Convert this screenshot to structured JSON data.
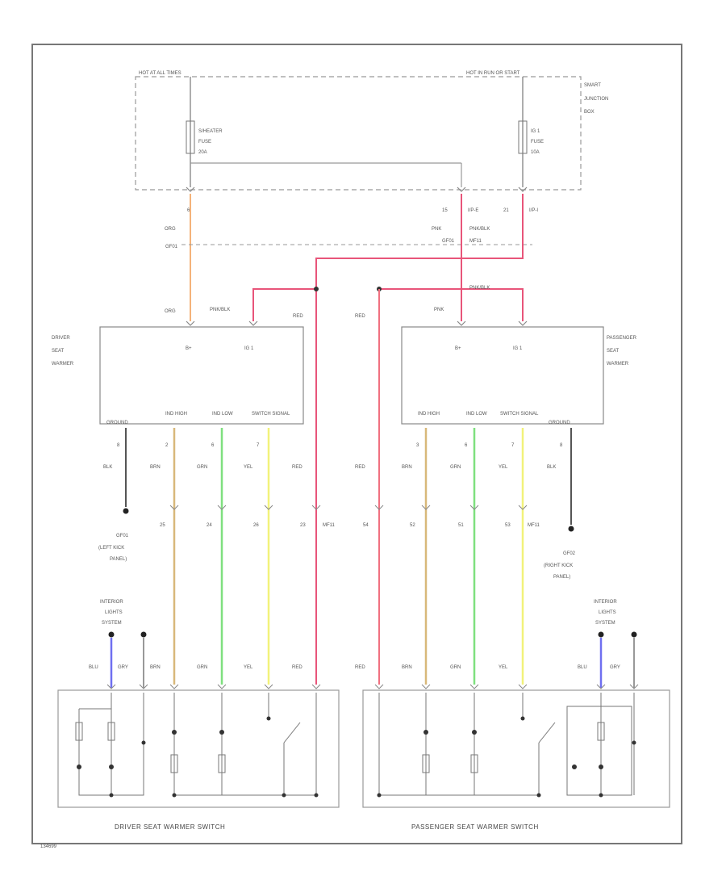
{
  "junction_box": {
    "hot_all_times": "HOT AT ALL TIMES",
    "hot_run_start": "HOT IN RUN OR START",
    "name_line1": "SMART",
    "name_line2": "JUNCTION",
    "name_line3": "BOX",
    "heater_fuse_line1": "S/HEATER",
    "heater_fuse_line2": "FUSE",
    "heater_fuse_line3": "20A",
    "ig1_fuse_line1": "IG 1",
    "ig1_fuse_line2": "FUSE",
    "ig1_fuse_line3": "10A"
  },
  "connectors": {
    "left_pin": "6",
    "mid_pin": "15",
    "mid_conn": "I/P-E",
    "right_pin": "21",
    "right_conn": "I/P-I",
    "mf_conn_top": "GF01",
    "mf_conn_top2": "MF11"
  },
  "wires": {
    "org_a": "ORG",
    "org_b": "ORG",
    "pnk": "PNK",
    "pnk_blk_a": "PNK/BLK",
    "pnk_blk_b": "PNK/BLK",
    "pnk_blk_c": "PNK/BLK",
    "pnk_c": "PNK",
    "red_a": "RED",
    "red_b": "RED",
    "red_c": "RED",
    "red_d": "RED",
    "red_e": "RED",
    "red_f": "RED",
    "blk_l": "BLK",
    "brn_l": "BRN",
    "grn_l": "GRN",
    "yel_l": "YEL",
    "brn_r": "BRN",
    "grn_r": "GRN",
    "yel_r": "YEL",
    "blk_r": "BLK",
    "blu_l": "BLU",
    "gry_l": "GRY",
    "brn_l2": "BRN",
    "grn_l2": "GRN",
    "yel_l2": "YEL",
    "brn_r2": "BRN",
    "grn_r2": "GRN",
    "yel_r2": "YEL",
    "blu_r": "BLU",
    "gry_r": "GRY"
  },
  "driver_module": {
    "name_line1": "DRIVER",
    "name_line2": "SEAT",
    "name_line3": "WARMER",
    "bplus": "B+",
    "ig1": "IG 1",
    "ground": "GROUND",
    "ind_high": "IND HIGH",
    "ind_low": "IND LOW",
    "switch_signal": "SWITCH SIGNAL",
    "pin_ground": "8",
    "pin_high": "2",
    "pin_low": "6",
    "pin_switch": "7"
  },
  "passenger_module": {
    "name_line1": "PASSENGER",
    "name_line2": "SEAT",
    "name_line3": "WARMER",
    "bplus": "B+",
    "ig1": "IG 1",
    "ground": "GROUND",
    "ind_high": "IND HIGH",
    "ind_low": "IND LOW",
    "switch_signal": "SWITCH SIGNAL",
    "pin_high": "3",
    "pin_low": "6",
    "pin_switch": "7",
    "pin_ground": "8"
  },
  "lower_pins": {
    "p1": "25",
    "p2": "24",
    "p3": "26",
    "p4": "23",
    "p4_conn": "MF11",
    "p5": "54",
    "p6": "52",
    "p7": "51",
    "p8": "53",
    "p8_conn": "MF11"
  },
  "grounds": {
    "left_id": "GF01",
    "left_loc1": "(LEFT KICK",
    "left_loc2": "PANEL)",
    "right_id": "GF02",
    "right_loc1": "(RIGHT KICK",
    "right_loc2": "PANEL)"
  },
  "interior_lights": {
    "left_l1": "INTERIOR",
    "left_l2": "LIGHTS",
    "left_l3": "SYSTEM",
    "right_l1": "INTERIOR",
    "right_l2": "LIGHTS",
    "right_l3": "SYSTEM"
  },
  "switches": {
    "driver_title": "DRIVER SEAT WARMER SWITCH",
    "passenger_title": "PASSENGER SEAT WARMER SWITCH"
  },
  "figure_id": "134699",
  "colors": {
    "org": "#f4b37a",
    "pnk": "#e8557a",
    "red": "#f07080",
    "brn": "#d8b87a",
    "grn": "#7fe07f",
    "yel": "#f2f27a",
    "blu": "#6f6ff0",
    "line": "#666666",
    "dark": "#333333"
  }
}
